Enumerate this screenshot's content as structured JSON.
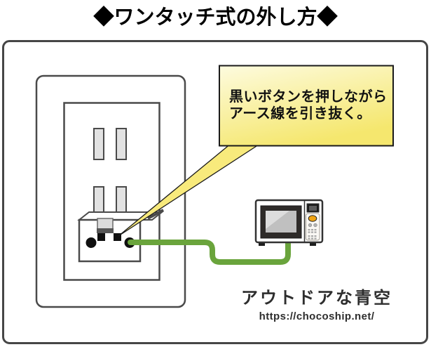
{
  "title": "◆ワンタッチ式の外し方◆",
  "callout": {
    "line1": "黒いボタンを押しながら",
    "line2": "アース線を引き抜く。"
  },
  "watermark": {
    "site_name": "アウトドアな青空",
    "url": "https://chocoship.net/"
  },
  "colors": {
    "wire_green": "#6aa43c",
    "bubble_light": "#fdfbdf",
    "bubble_yellow": "#f5e76e",
    "tail_yellow": "#f8ea7c",
    "knob_orange": "#f0a311"
  }
}
